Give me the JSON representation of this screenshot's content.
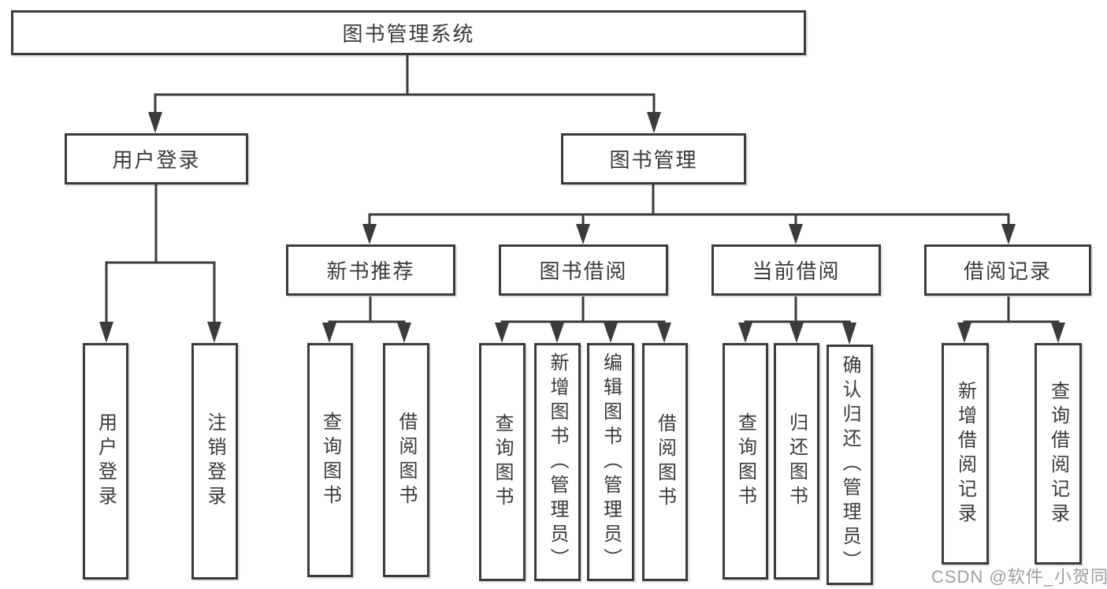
{
  "diagram": {
    "title": "图书管理系统",
    "nodes": {
      "root": "图书管理系统",
      "user_login": "用户登录",
      "book_mgmt": "图书管理",
      "new_book_rec": "新书推荐",
      "book_borrow": "图书借阅",
      "current_borrow": "当前借阅",
      "borrow_records": "借阅记录",
      "login": "用户登录",
      "logout": "注销登录",
      "rec_query_books": "查询图书",
      "rec_borrow_books": "借阅图书",
      "bb_query_books": "查询图书",
      "bb_add_books": "新增图书（管理员）",
      "bb_edit_books": "编辑图书（管理员）",
      "bb_borrow_books": "借阅图书",
      "cb_query_books": "查询图书",
      "cb_return_books": "归还图书",
      "cb_confirm_return": "确认归还（管理员）",
      "br_add_record": "新增借阅记录",
      "br_query_record": "查询借阅记录"
    },
    "colors": {
      "line": "#3b3b3b",
      "text": "#3a3a3a",
      "background": "#ffffff",
      "watermark": "#9e9e9e"
    },
    "watermark": "CSDN @软件_小贺同学"
  }
}
